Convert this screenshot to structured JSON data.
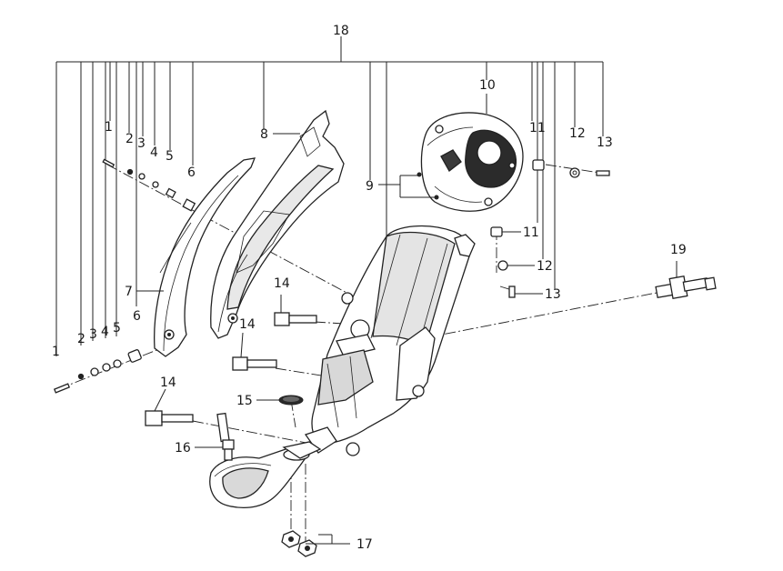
{
  "diagram": {
    "callouts": {
      "c1a": "1",
      "c2a": "2",
      "c3a": "3",
      "c4a": "4",
      "c5a": "5",
      "c6a": "6",
      "c1b": "1",
      "c2b": "2",
      "c3b": "3",
      "c4b": "4",
      "c5b": "5",
      "c6b": "6",
      "c7": "7",
      "c8": "8",
      "c9": "9",
      "c10": "10",
      "c11a": "11",
      "c11b": "11",
      "c12a": "12",
      "c12b": "12",
      "c13a": "13",
      "c13b": "13",
      "c14a": "14",
      "c14b": "14",
      "c14c": "14",
      "c15": "15",
      "c16": "16",
      "c17": "17",
      "c18": "18",
      "c19": "19"
    },
    "colors": {
      "line": "#222222",
      "part_fill": "#ffffff",
      "shade": "#cfcfcf",
      "dark": "#1e1e1e"
    }
  }
}
